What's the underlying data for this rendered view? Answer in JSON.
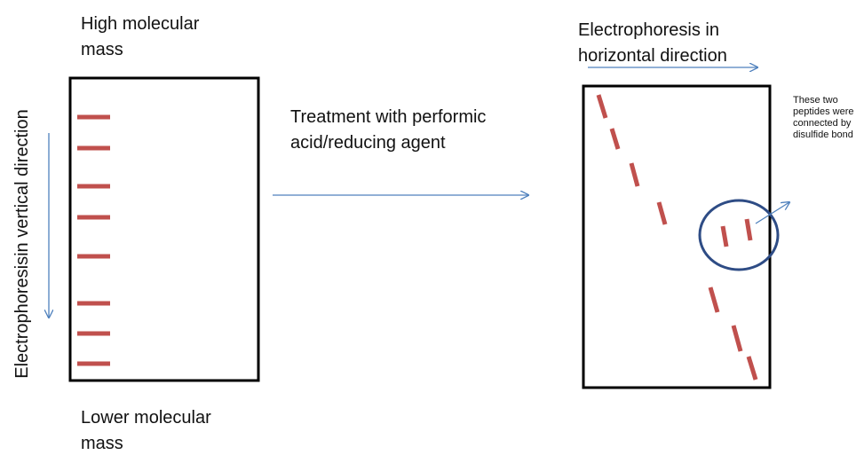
{
  "labels": {
    "high_mass": "High molecular mass",
    "lower_mass": "Lower  molecular mass",
    "vertical_direction": "Electrophoresisin vertical direction",
    "treatment": "Treatment with performic acid/reducing agent",
    "horizontal_direction": "Electrophoresis in horizontal direction",
    "annotation": "These two peptides were connected by disulfide bond"
  },
  "colors": {
    "band": "#c0504d",
    "arrow": "#4f81bd",
    "circle": "#2e4c85",
    "box": "#000000"
  }
}
